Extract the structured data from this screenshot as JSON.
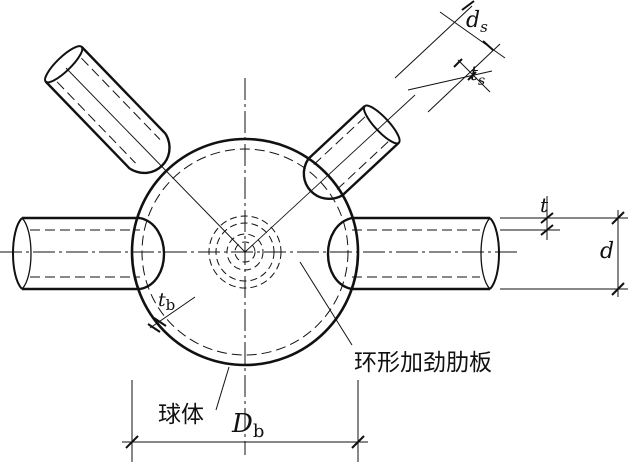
{
  "diagram": {
    "labels": {
      "ds_main": "d",
      "ds_sub": "s",
      "ts_main": "t",
      "ts_sub": "s",
      "t": "t",
      "d": "d",
      "tb_main": "t",
      "tb_sub": "b",
      "Db_main": "D",
      "Db_sub": "b",
      "ring_stiffener": "环形加劲肋板",
      "sphere": "球体"
    }
  }
}
